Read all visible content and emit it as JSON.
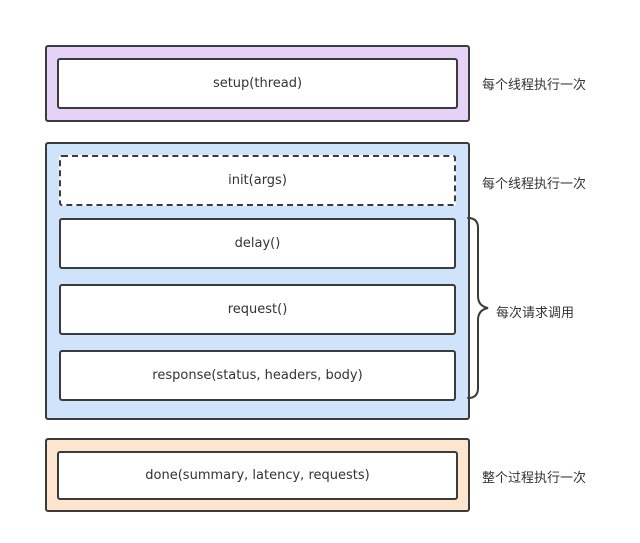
{
  "setup_phase": {
    "function": "setup(thread)",
    "note": "每个线程执行一次"
  },
  "request_phase": {
    "init": "init(args)",
    "init_note": "每个线程执行一次",
    "per_request": [
      "delay()",
      "request()",
      "response(status, headers, body)"
    ],
    "per_request_note": "每次请求调用"
  },
  "done_phase": {
    "function": "done(summary, latency, requests)",
    "note": "整个过程执行一次"
  },
  "colors": {
    "setup_panel": "#e4d2f7",
    "request_panel": "#cfe3fb",
    "done_panel": "#fde5cf",
    "border": "#3b3b3b"
  }
}
